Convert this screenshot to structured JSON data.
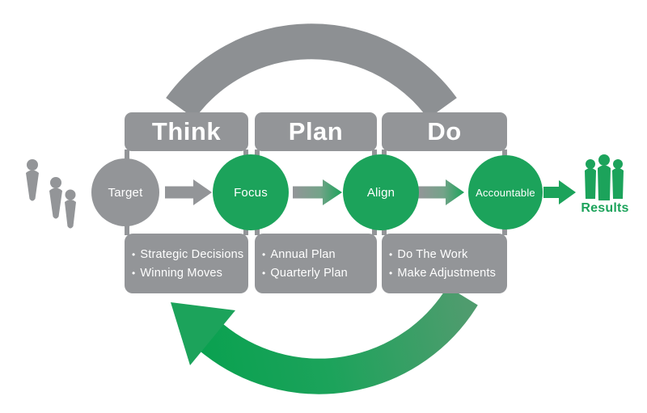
{
  "colors": {
    "gray": "#939598",
    "gray_arc": "#8D9093",
    "green": "#1CA35B",
    "green_bright": "#0AA150",
    "green_muted": "#4F9C6E",
    "gray_green_mid": "#74A389",
    "text_on_fill": "#FFFFFF"
  },
  "bullet_char": "•",
  "phases": [
    {
      "header": "Think",
      "bullets": [
        "Strategic Decisions",
        "Winning Moves"
      ]
    },
    {
      "header": "Plan",
      "bullets": [
        "Annual Plan",
        "Quarterly Plan"
      ]
    },
    {
      "header": "Do",
      "bullets": [
        "Do The Work",
        "Make Adjustments"
      ]
    }
  ],
  "steps": [
    {
      "label": "Target"
    },
    {
      "label": "Focus"
    },
    {
      "label": "Align"
    },
    {
      "label": "Accountable"
    }
  ],
  "outcome": {
    "label": "Results"
  }
}
